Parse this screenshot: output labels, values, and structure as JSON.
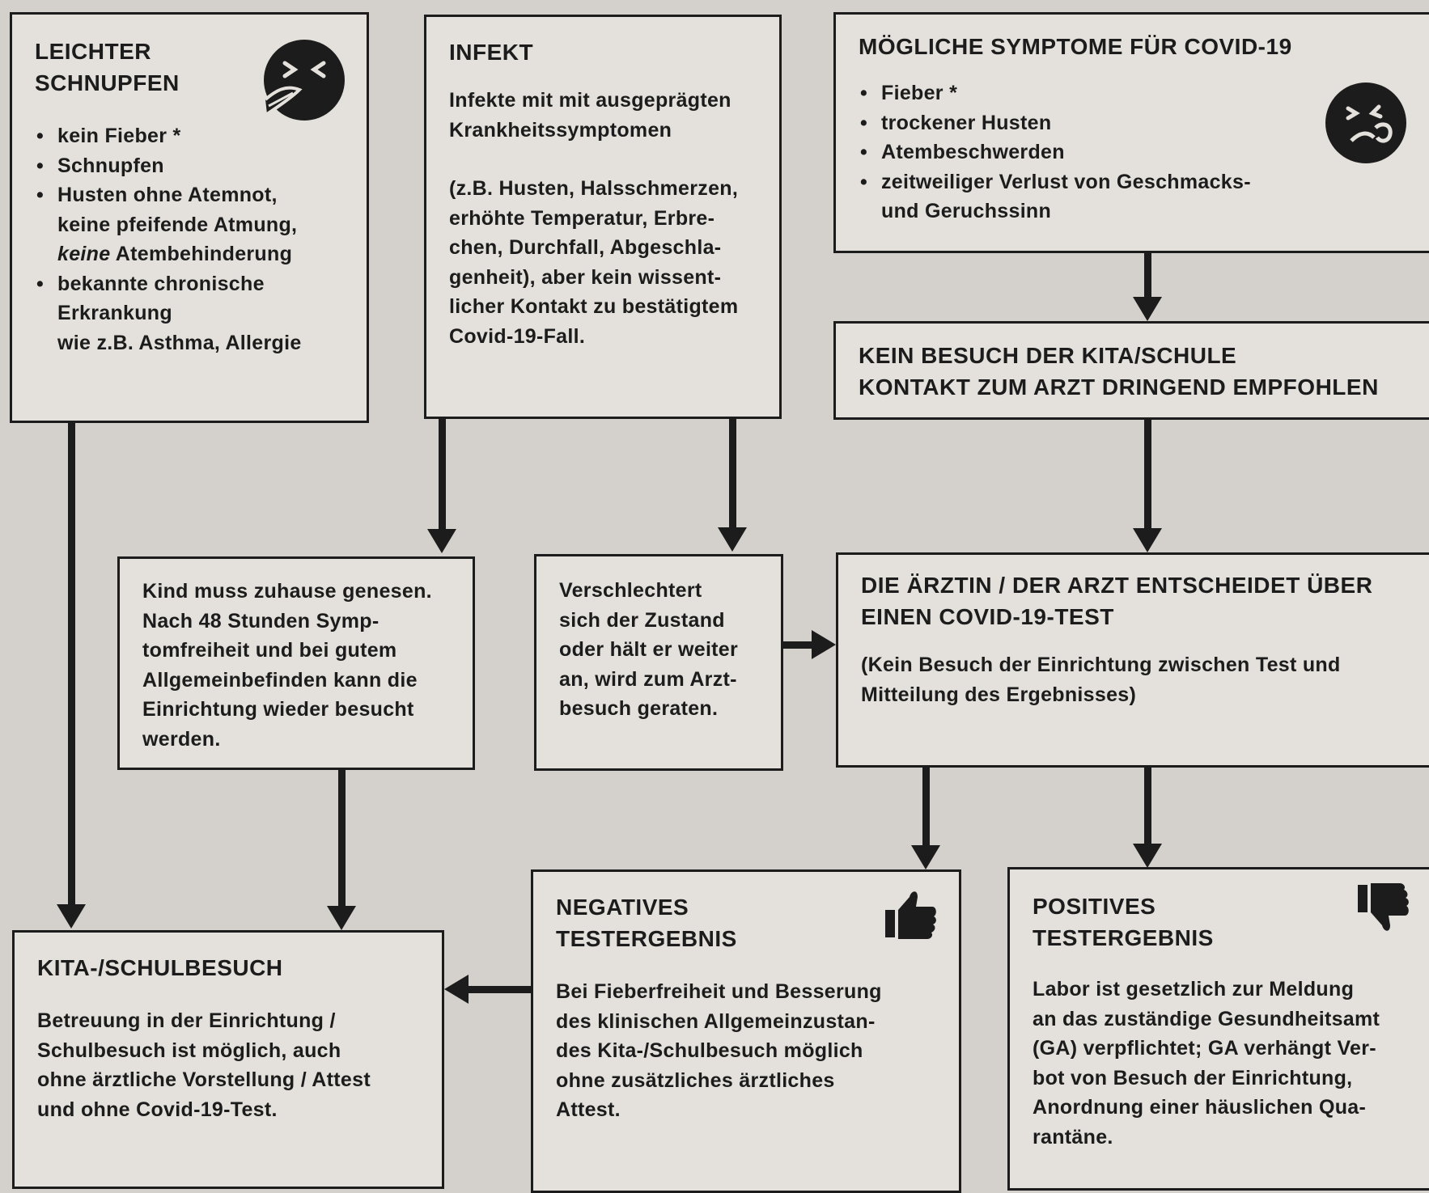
{
  "schnupfen": {
    "title": "LEICHTER\nSCHNUPFEN",
    "items": [
      "kein Fieber *",
      "Schnupfen",
      "Husten ohne Atemnot,\nkeine pfeifende Atmung,",
      "bekannte chronische\nErkrankung\nwie z.B. Asthma, Allergie"
    ],
    "item3_emph": "keine",
    "item3_rest": " Atembehinderung"
  },
  "infekt": {
    "title": "INFEKT",
    "text1": "Infekte mit mit ausgeprägten\nKrankheitssymptomen",
    "text2": "(z.B. Husten, Halsschmerzen,\nerhöhte Temperatur, Erbre-\nchen, Durchfall, Abgeschla-\ngenheit), aber kein wissent-\nlicher Kontakt zu bestätigtem\nCovid-19-Fall."
  },
  "covid": {
    "title": "MÖGLICHE SYMPTOME FÜR COVID-19",
    "items": [
      "Fieber *",
      "trockener Husten",
      "Atembeschwerden",
      "zeitweiliger Verlust von Geschmacks-\nund Geruchssinn"
    ]
  },
  "kein_besuch": {
    "title": "KEIN BESUCH DER KITA/SCHULE\nKONTAKT ZUM ARZT DRINGEND EMPFOHLEN"
  },
  "genesen": {
    "text": "Kind muss zuhause genesen.\nNach 48 Stunden Symp-\ntomfreiheit und bei gutem\nAllgemeinbefinden kann die\nEinrichtung wieder besucht\nwerden."
  },
  "verschlechtert": {
    "text": "Verschlechtert\nsich der Zustand\noder hält er weiter\nan, wird zum Arzt-\nbesuch geraten."
  },
  "arzt": {
    "title": "DIE ÄRZTIN / DER ARZT ENTSCHEIDET ÜBER\nEINEN COVID-19-TEST",
    "text": "(Kein Besuch der Einrichtung zwischen Test und\nMitteilung des Ergebnisses)"
  },
  "kita": {
    "title": "KITA-/SCHULBESUCH",
    "text": "Betreuung in der Einrichtung /\nSchulbesuch ist möglich, auch\nohne ärztliche Vorstellung / Attest\nund ohne Covid-19-Test."
  },
  "negativ": {
    "title": "NEGATIVES\nTESTERGEBNIS",
    "text": "Bei Fieberfreiheit und Besserung\ndes klinischen Allgemeinzustan-\ndes Kita-/Schulbesuch möglich\nohne zusätzliches ärztliches\nAttest."
  },
  "positiv": {
    "title": "POSITIVES\nTESTERGEBNIS",
    "text": "Labor ist gesetzlich zur Meldung\nan das zuständige Gesundheitsamt\n(GA) verpflichtet; GA verhängt Ver-\nbot von Besuch der Einrichtung,\nAnordnung einer häuslichen Qua-\nrantäne."
  },
  "icons": [
    "sneezing-face-icon",
    "coughing-face-icon",
    "thumbs-up-icon",
    "thumbs-down-icon"
  ]
}
